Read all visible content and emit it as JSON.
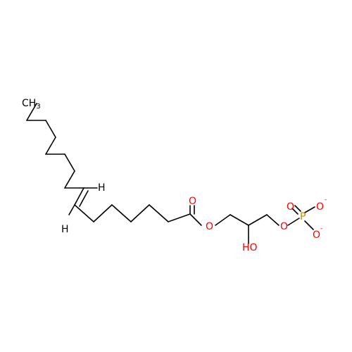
{
  "molecule": {
    "colors": {
      "bond": "#000000",
      "carbon": "#000000",
      "hydrogen": "#000000",
      "oxygen": "#ff0000",
      "phosphorus": "#cc8800"
    },
    "labels": {
      "methyl": "CH",
      "methyl_subscript": "3",
      "alkene_h_top": "H",
      "alkene_h_bottom": "H",
      "carbonyl_o": "O",
      "ester_o": "O",
      "hydroxyl": "HO",
      "phosphate_ester_o": "O",
      "phosphorus": "P",
      "phosphate_o_double": "O",
      "phosphate_o_minus_top": "O",
      "phosphate_o_minus_bottom": "O",
      "charge_top": "-",
      "charge_bottom": "-"
    }
  }
}
